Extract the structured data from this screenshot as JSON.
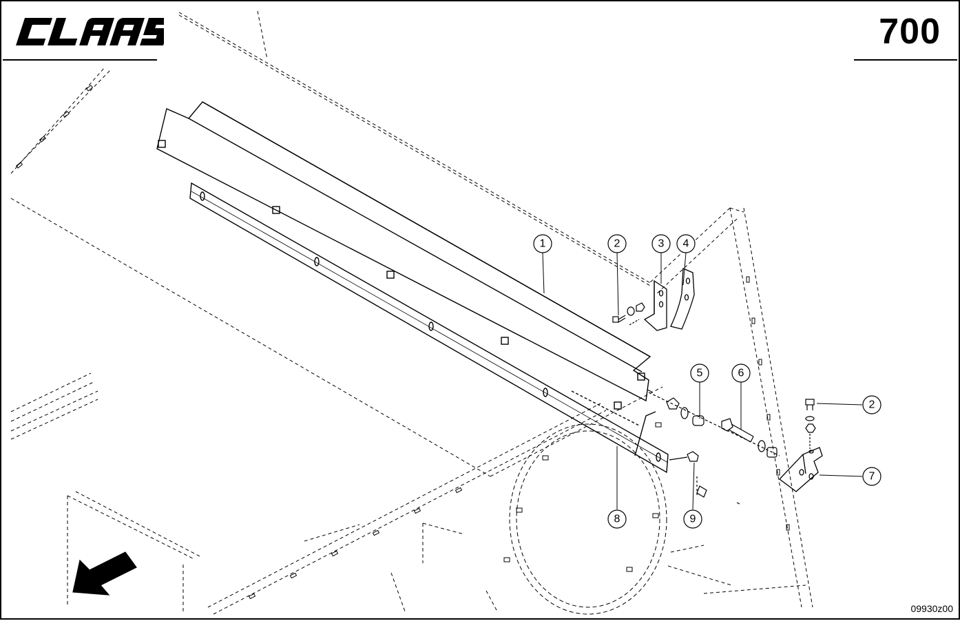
{
  "header": {
    "brand": "CLAAS",
    "page_number": "700"
  },
  "footer": {
    "drawing_id": "09930z00"
  },
  "callouts": [
    {
      "label": "1"
    },
    {
      "label": "2"
    },
    {
      "label": "3"
    },
    {
      "label": "4"
    },
    {
      "label": "5"
    },
    {
      "label": "6"
    },
    {
      "label": "2"
    },
    {
      "label": "7"
    },
    {
      "label": "8"
    },
    {
      "label": "9"
    }
  ],
  "colors": {
    "ink": "#000000",
    "paper": "#ffffff"
  },
  "icons": {
    "direction_arrow": "arrow-down-left-icon",
    "brand_logo": "claas-logo"
  }
}
